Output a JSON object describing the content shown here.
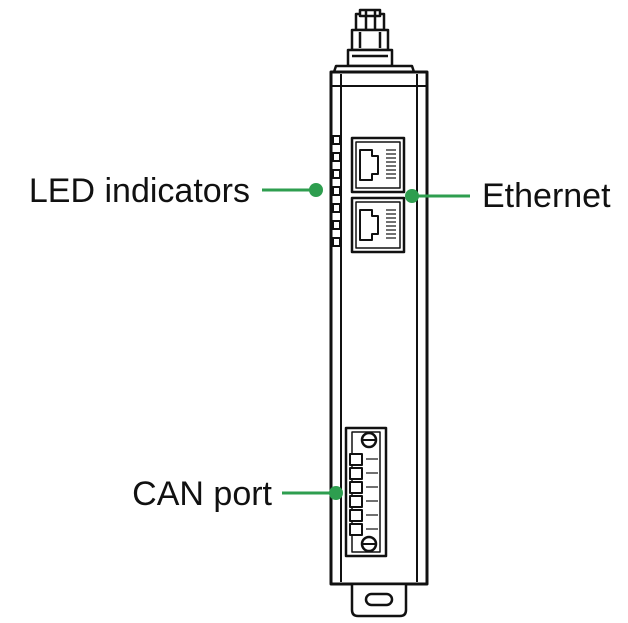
{
  "labels": {
    "led": "LED indicators",
    "ethernet": "Ethernet",
    "can": "CAN port"
  },
  "colors": {
    "callout": "#2e9e4f",
    "outline": "#111111",
    "background": "#ffffff"
  },
  "counts": {
    "led_indicators": 7,
    "ethernet_ports": 2,
    "can_terminal_pins": 6
  }
}
